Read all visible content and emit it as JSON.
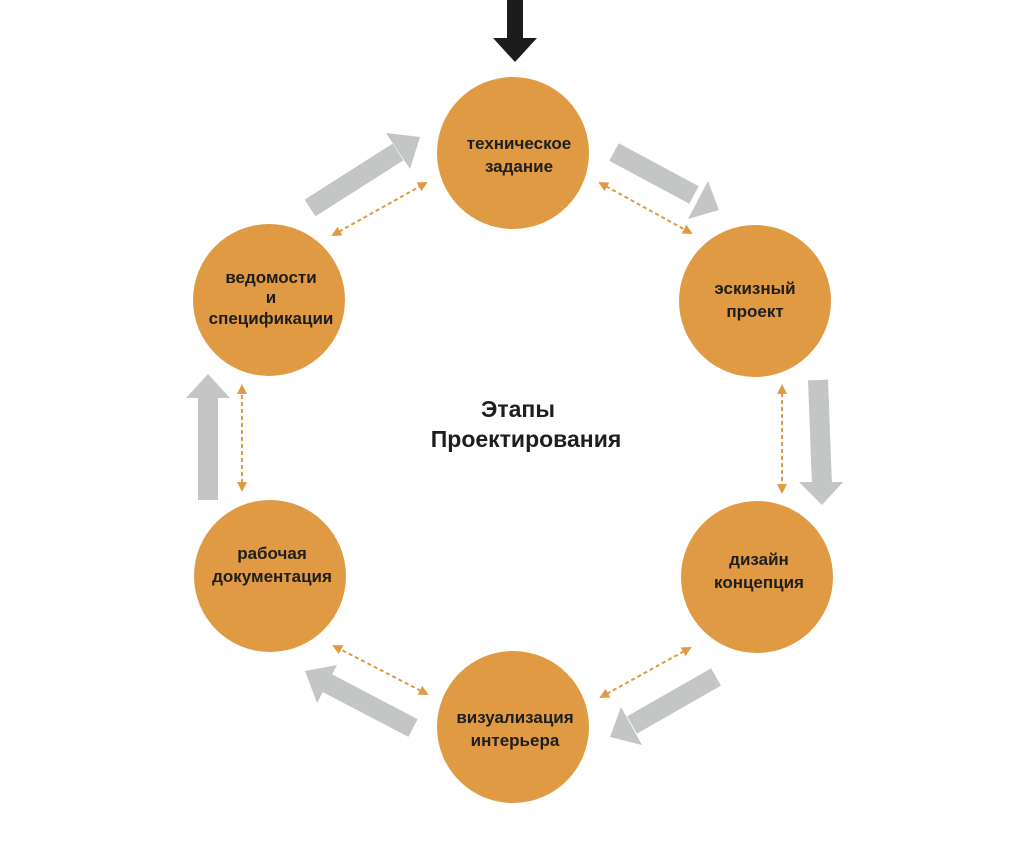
{
  "title": {
    "line1": "Этапы",
    "line2": "Проектирования"
  },
  "stages": [
    {
      "lines": [
        "техническое",
        "задание"
      ]
    },
    {
      "lines": [
        "эскизный",
        "проект"
      ]
    },
    {
      "lines": [
        "дизайн",
        "концепция"
      ]
    },
    {
      "lines": [
        "визуализация",
        "интерьера"
      ]
    },
    {
      "lines": [
        "рабочая",
        "документация"
      ]
    },
    {
      "lines": [
        "ведомости",
        "и",
        "спецификации"
      ]
    }
  ],
  "colors": {
    "node": "#e09a43",
    "cycle_arrow": "#c3c6c5",
    "dotted_arrow": "#e09a43",
    "entry_arrow": "#1c1c1c",
    "text": "#1e1e1e"
  }
}
